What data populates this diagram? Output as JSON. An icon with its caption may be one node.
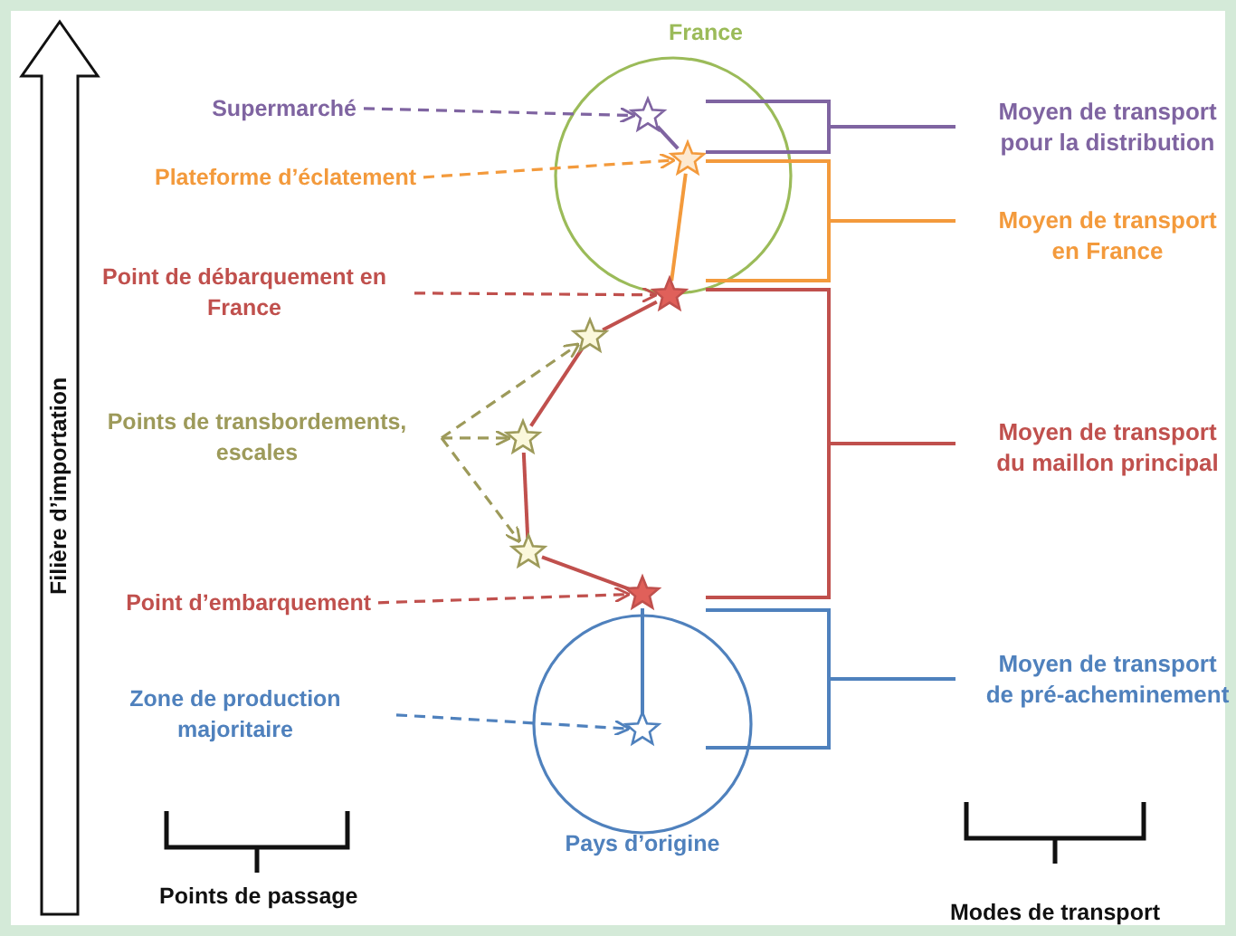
{
  "diagram": {
    "nodes": [
      {
        "text": [
          "France"
        ]
      },
      {
        "text": [
          "Supermarché"
        ]
      },
      {
        "text": [],
        "shape": "star",
        "in": 0
      },
      {
        "text": [
          "Plateforme d’éclatement"
        ]
      },
      {
        "text": [],
        "shape": "star",
        "in": 0
      },
      {
        "text": [
          "Point de débarquement en France"
        ]
      },
      {
        "text": [],
        "shape": "star"
      },
      {
        "text": [],
        "shape": "star"
      },
      {
        "text": [
          "Points de transbordements, escales"
        ]
      },
      {
        "text": [],
        "shape": "star"
      },
      {
        "text": [],
        "shape": "star"
      },
      {
        "text": [
          "Point d’embarquement"
        ]
      },
      {
        "text": [],
        "shape": "star"
      },
      {
        "text": [
          "Pays d’origine"
        ]
      },
      {
        "text": [
          "Zone de production majoritaire"
        ]
      },
      {
        "text": [],
        "shape": "star",
        "in": 13
      }
    ],
    "edges": [
      {
        "from": 1,
        "to": 2,
        "arrow": "to",
        "style": "dashed",
        "color": "#7f64a1"
      },
      {
        "from": 3,
        "to": 4,
        "arrow": "to",
        "style": "dashed",
        "color": "#f39a3c"
      },
      {
        "from": 5,
        "to": 6,
        "arrow": "to",
        "style": "dashed"
      },
      {
        "from": 8,
        "to": 7,
        "arrow": "to",
        "style": "dashed",
        "color": "#9d9a5a"
      },
      {
        "from": 8,
        "to": 9,
        "arrow": "to",
        "style": "dashed",
        "color": "#9d9a5a"
      },
      {
        "from": 8,
        "to": 10,
        "arrow": "to",
        "style": "dashed",
        "color": "#9d9a5a"
      },
      {
        "from": 11,
        "to": 12,
        "arrow": "to",
        "style": "dashed"
      },
      {
        "from": 14,
        "to": 15,
        "arrow": "to",
        "style": "dashed",
        "color": "#4f81bd"
      },
      {
        "from": 15,
        "to": 12,
        "arrow": "none",
        "color": "#4f81bd"
      },
      {
        "from": 12,
        "to": 10,
        "arrow": "none"
      },
      {
        "from": 10,
        "to": 9,
        "arrow": "none"
      },
      {
        "from": 9,
        "to": 7,
        "arrow": "none"
      },
      {
        "from": 7,
        "to": 6,
        "arrow": "none"
      },
      {
        "from": 6,
        "to": 4,
        "arrow": "none",
        "color": "#f39a3c"
      },
      {
        "from": 4,
        "to": 2,
        "arrow": "none",
        "color": "#7f64a1"
      }
    ],
    "labels": [
      "Filière d’importation",
      "Moyen de transport pour la distribution",
      "Moyen de transport en France",
      "Moyen de transport du maillon principal",
      "Moyen de transport de pré-acheminement",
      "Points de passage",
      "Modes de transport"
    ]
  }
}
